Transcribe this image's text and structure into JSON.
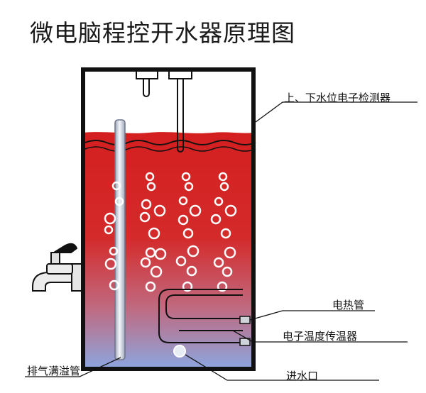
{
  "title": "微电脑程控开水器原理图",
  "labels": {
    "sensor": "上、下水位电子检测器",
    "heater": "电热管",
    "temp_sensor": "电子温度传温器",
    "inlet": "进水口",
    "vent": "排气满溢管"
  },
  "colors": {
    "water_top": "#d92020",
    "water_bottom": "#8aa0d8",
    "tank_wall": "#111111",
    "bubble": "#ffffff",
    "pipe": "#c8cdd8",
    "tap": "#e8e8e8"
  }
}
